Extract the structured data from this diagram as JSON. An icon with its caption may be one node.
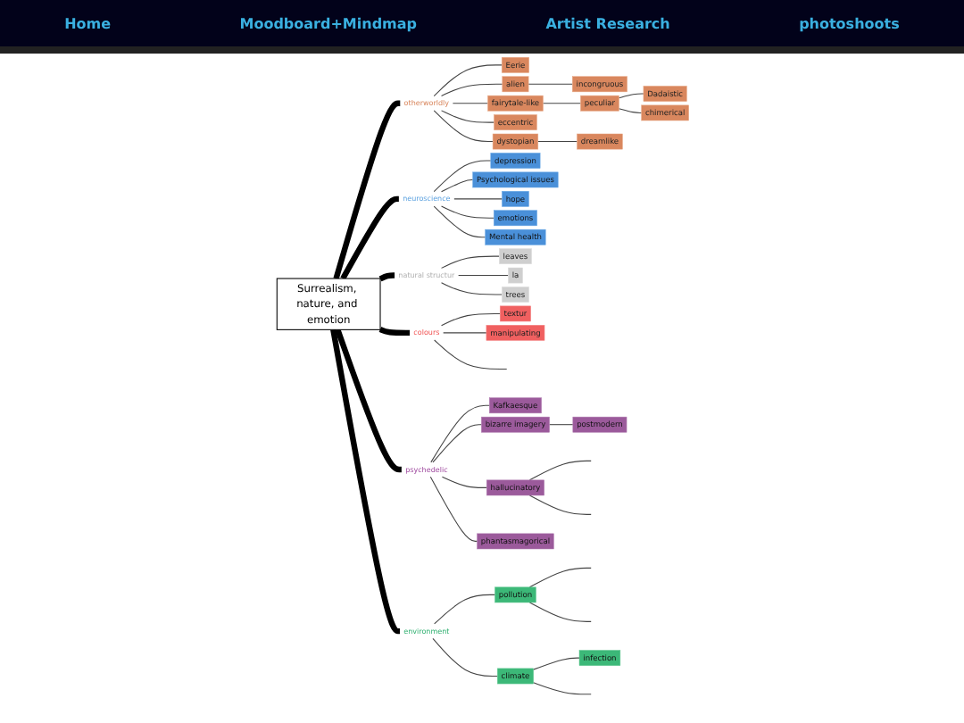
{
  "diagram": {
    "nodes": [
      {
        "text": [
          "Surrealism, nature, and emotion"
        ]
      },
      {
        "text": [
          "otherworldly"
        ]
      },
      {
        "text": [
          "Dadaistic"
        ]
      },
      {
        "text": [
          "chimerical"
        ]
      },
      {
        "text": [
          "peculiar"
        ]
      },
      {
        "text": [
          "incongruous"
        ]
      },
      {
        "text": [
          "Eerie"
        ]
      },
      {
        "text": [
          "alien"
        ]
      },
      {
        "text": [
          "fairytale-like"
        ]
      },
      {
        "text": [
          "eccentric"
        ]
      },
      {
        "text": [
          "dystopian"
        ]
      },
      {
        "text": [
          "dreamlike"
        ]
      },
      {
        "text": [
          "neuroscience"
        ]
      },
      {
        "text": [
          "depression"
        ]
      },
      {
        "text": [
          "Psychological issues"
        ]
      },
      {
        "text": [
          "hope"
        ]
      },
      {
        "text": [
          "emotions"
        ]
      },
      {
        "text": [
          "Mental health"
        ]
      },
      {
        "text": [
          "natural structur"
        ]
      },
      {
        "text": [
          "leaves"
        ]
      },
      {
        "text": [
          "la"
        ]
      },
      {
        "text": [
          "trees"
        ]
      },
      {
        "text": [
          "colours"
        ]
      },
      {
        "text": [
          "textur"
        ]
      },
      {
        "text": [
          "manipulating"
        ]
      },
      {
        "text": [
          "psychedelic"
        ]
      },
      {
        "text": [
          "Kafkaesque"
        ]
      },
      {
        "text": [
          "bizarre imagery"
        ]
      },
      {
        "text": [
          "postmodern"
        ]
      },
      {
        "text": [
          "hallucinatory"
        ]
      },
      {
        "text": [
          "phantasmagorical"
        ]
      },
      {
        "text": [
          "environment"
        ]
      },
      {
        "text": [
          "pollution"
        ]
      },
      {
        "text": [
          "climate"
        ]
      },
      {
        "text": [
          "infection"
        ]
      }
    ],
    "edges": [
      {
        "from": 0,
        "to": 1,
        "arrow": "none",
        "style": "thick"
      },
      {
        "from": 0,
        "to": 12,
        "arrow": "none",
        "style": "thick"
      },
      {
        "from": 0,
        "to": 18,
        "arrow": "none",
        "style": "thick"
      },
      {
        "from": 0,
        "to": 22,
        "arrow": "none",
        "style": "thick"
      },
      {
        "from": 0,
        "to": 25,
        "arrow": "none",
        "style": "thick"
      },
      {
        "from": 0,
        "to": 31,
        "arrow": "none",
        "style": "thick"
      },
      {
        "from": 1,
        "to": 6,
        "arrow": "none"
      },
      {
        "from": 1,
        "to": 7,
        "arrow": "none"
      },
      {
        "from": 7,
        "to": 5,
        "arrow": "none"
      },
      {
        "from": 1,
        "to": 8,
        "arrow": "none"
      },
      {
        "from": 8,
        "to": 4,
        "arrow": "none"
      },
      {
        "from": 4,
        "to": 2,
        "arrow": "none"
      },
      {
        "from": 4,
        "to": 3,
        "arrow": "none"
      },
      {
        "from": 1,
        "to": 9,
        "arrow": "none"
      },
      {
        "from": 1,
        "to": 10,
        "arrow": "none"
      },
      {
        "from": 10,
        "to": 11,
        "arrow": "none"
      },
      {
        "from": 12,
        "to": 13,
        "arrow": "none"
      },
      {
        "from": 12,
        "to": 14,
        "arrow": "none"
      },
      {
        "from": 12,
        "to": 15,
        "arrow": "none"
      },
      {
        "from": 12,
        "to": 16,
        "arrow": "none"
      },
      {
        "from": 12,
        "to": 17,
        "arrow": "none"
      },
      {
        "from": 18,
        "to": 19,
        "arrow": "none"
      },
      {
        "from": 18,
        "to": 20,
        "arrow": "none"
      },
      {
        "from": 18,
        "to": 21,
        "arrow": "none"
      },
      {
        "from": 22,
        "to": 23,
        "arrow": "none"
      },
      {
        "from": 22,
        "to": 24,
        "arrow": "none"
      },
      {
        "from": 22,
        "to": null,
        "arrow": "none"
      },
      {
        "from": 25,
        "to": 26,
        "arrow": "none"
      },
      {
        "from": 25,
        "to": 27,
        "arrow": "none"
      },
      {
        "from": 27,
        "to": 28,
        "arrow": "none"
      },
      {
        "from": 25,
        "to": 29,
        "arrow": "none"
      },
      {
        "from": 25,
        "to": 30,
        "arrow": "none"
      },
      {
        "from": 29,
        "to": null,
        "arrow": "none"
      },
      {
        "from": 29,
        "to": null,
        "arrow": "none"
      },
      {
        "from": 31,
        "to": 32,
        "arrow": "none"
      },
      {
        "from": 31,
        "to": 33,
        "arrow": "none"
      },
      {
        "from": 33,
        "to": 34,
        "arrow": "none"
      },
      {
        "from": 32,
        "to": null,
        "arrow": "none"
      },
      {
        "from": 32,
        "to": null,
        "arrow": "none"
      },
      {
        "from": 33,
        "to": null,
        "arrow": "none"
      }
    ],
    "labels": [
      "Home",
      "Moodboard+Mindmap",
      "Artist Research",
      "photoshoots"
    ]
  }
}
